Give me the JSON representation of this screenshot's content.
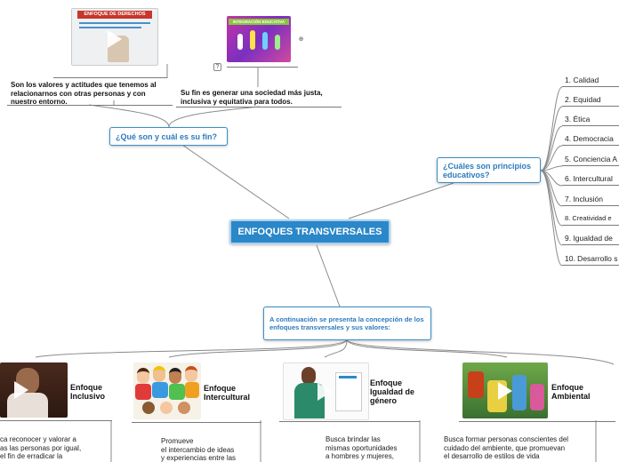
{
  "central": {
    "title": "ENFOQUES TRANSVERSALES"
  },
  "left_question": {
    "label": "¿Qué son y cuál es su fin?",
    "answer_1": "Son los valores y actitudes que tenemos al relacionarnos con otras personas y con nuestro entorno.",
    "answer_2": "Su fin es generar una sociedad más justa, inclusiva y equitativa para todos.",
    "image_1_title": "ENFOQUE DE DERECHOS",
    "image_2_title": "INTEGRACIÓN EDUCATIVA"
  },
  "right_question": {
    "label": "¿Cuáles son principios educativos?",
    "items": [
      "1. Calidad",
      "2. Equidad",
      "3. Ética",
      "4. Democracia",
      "5. Conciencia A",
      "6. Intercultural",
      "7. Inclusión",
      "8. Creatividad e",
      "9. Igualdad de",
      "10. Desarrollo s"
    ]
  },
  "bottom": {
    "label": "A continuación se presenta la concepción de los enfoques transversales y sus valores:",
    "topics": [
      {
        "title": "Enfoque Inclusivo",
        "desc": "ca reconocer y valorar a\nas las personas por igual,\nel fin de erradicar la"
      },
      {
        "title": "Enfoque Intercultural",
        "desc": "Promueve\nel intercambio de ideas\ny experiencias entre las"
      },
      {
        "title": "Enfoque Igualdad de género",
        "desc": "Busca brindar las\nmismas oportunidades\na hombres y mujeres,"
      },
      {
        "title": "Enfoque Ambiental",
        "desc": "Busca formar personas conscientes del\ncuidado del ambiente, que promuevan\nel desarrollo de estilos de vida"
      }
    ]
  },
  "colors": {
    "accent": "#2a87c8",
    "border": "#3a8ec8",
    "line": "#8a8a8a"
  }
}
